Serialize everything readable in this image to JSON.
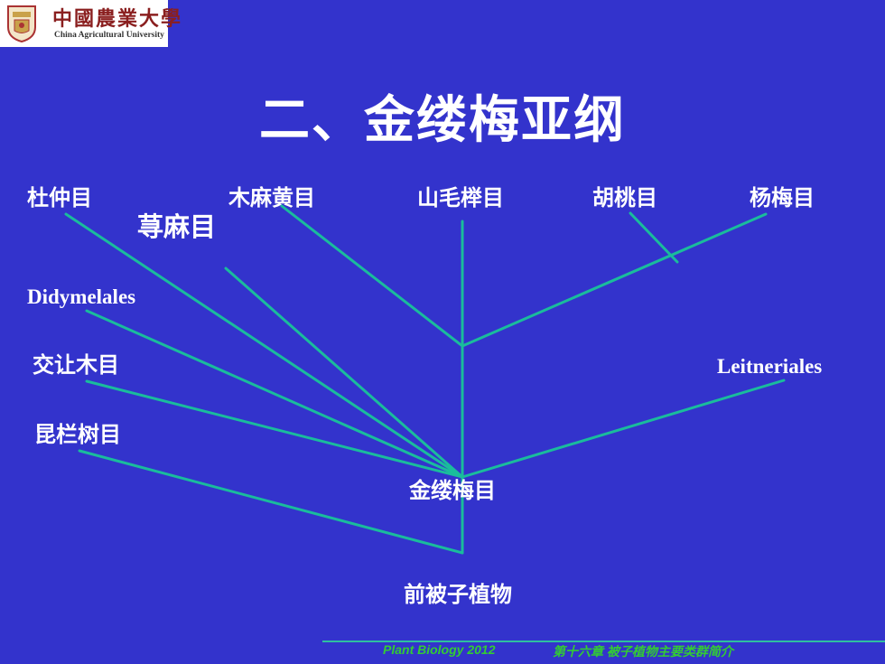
{
  "logo": {
    "name_cn": "中國農業大學",
    "name_en": "China Agricultural University"
  },
  "slide": {
    "title": "二、金缕梅亚纲",
    "labels": {
      "eucommiales": "杜仲目",
      "casuarinales": "木麻黄目",
      "fagales": "山毛榉目",
      "juglandales": "胡桃目",
      "myricales": "杨梅目",
      "urticales": "荨麻目",
      "didymelales": "Didymelales",
      "trochodendrales": "交让木目",
      "trochodendrales_2": "昆栏树目",
      "leitneriales": "Leitneriales",
      "hamamelidales": "金缕梅目",
      "proangiosperms": "前被子植物"
    }
  },
  "footer": {
    "course": "Plant Biology  2012",
    "chapter": "第十六章  被子植物主要类群简介"
  },
  "colors": {
    "background": "#3333CC",
    "branch": "#1ABC9C",
    "text": "#FFFFFF",
    "footer_text": "#33CC33"
  }
}
